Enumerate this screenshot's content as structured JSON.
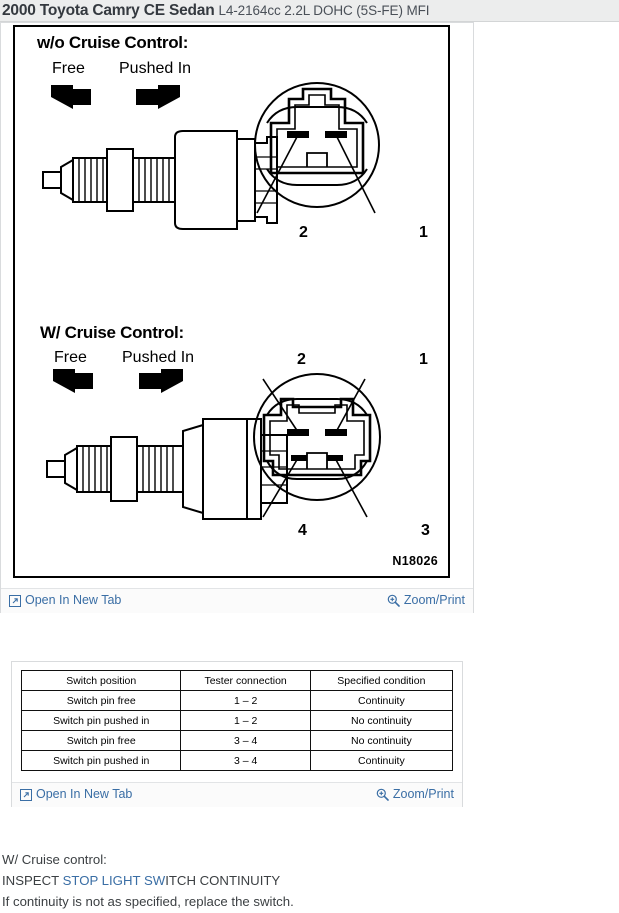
{
  "header": {
    "vehicle": "2000 Toyota Camry CE Sedan",
    "engine": "L4-2164cc 2.2L DOHC (5S-FE) MFI"
  },
  "actions": {
    "open_new_tab": "Open In New Tab",
    "zoom_print": "Zoom/Print",
    "open_new_tab_icon": "external-link-icon",
    "zoom_print_icon": "magnifier-plus-icon",
    "link_color": "#3a6ea5"
  },
  "diagram": {
    "figure_code": "N18026",
    "sections": [
      {
        "title": "w/o Cruise Control:",
        "labels": {
          "free": "Free",
          "pushed_in": "Pushed In"
        },
        "connector_pins": [
          "2",
          "1"
        ]
      },
      {
        "title": "W/ Cruise Control:",
        "labels": {
          "free": "Free",
          "pushed_in": "Pushed In"
        },
        "connector_pins": [
          "2",
          "1",
          "4",
          "3"
        ]
      }
    ]
  },
  "spec_table": {
    "headers": [
      "Switch position",
      "Tester connection",
      "Specified  condition"
    ],
    "rows": [
      [
        "Switch pin free",
        "1 – 2",
        "Continuity"
      ],
      [
        "Switch pin pushed in",
        "1 – 2",
        "No continuity"
      ],
      [
        "Switch pin free",
        "3 – 4",
        "No continuity"
      ],
      [
        "Switch pin pushed in",
        "3 – 4",
        "Continuity"
      ]
    ]
  },
  "prose": {
    "line1": "W/ Cruise control:",
    "line2_prefix": "INSPECT ",
    "line2_link": "STOP LIGHT SW",
    "line2_suffix": "ITCH CONTINUITY",
    "line3": "If continuity is not as specified, replace the switch."
  }
}
